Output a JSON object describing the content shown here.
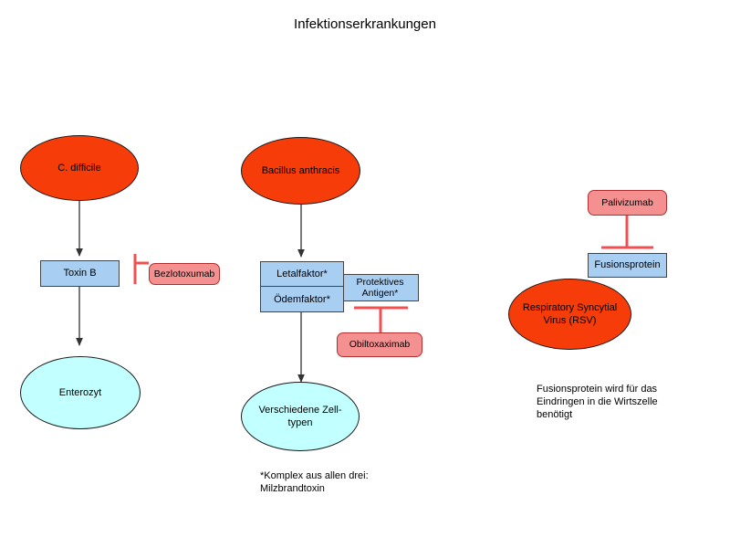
{
  "page": {
    "title": "Infektionserkrankungen",
    "background": "#ffffff"
  },
  "colors": {
    "pathogen_fill": "#F63C08",
    "cell_fill": "#C2FFFF",
    "protein_fill": "#A8CEF2",
    "drug_fill": "#F49090",
    "drug_stroke": "#B03030",
    "arrow_stroke": "#333333",
    "inhibit_stroke": "#F05050"
  },
  "columns": [
    {
      "id": "cdifficile",
      "pathogen": "C. difficile",
      "toxin": "Toxin B",
      "target_cell": "Enterozyt",
      "drug": "Bezlotoxumab"
    },
    {
      "id": "anthracis",
      "pathogen": "Bacillus anthracis",
      "factor_lethal": "Letalfaktor*",
      "factor_edema": "Ödemfaktor*",
      "protective_antigen": "Protektives\nAntigen*",
      "drug": "Obiltoxaximab",
      "target_cell": "Verschiedene Zell-\ntypen",
      "footnote": "*Komplex aus allen drei:\nMilzbrandtoxin"
    },
    {
      "id": "rsv",
      "drug": "Palivizumab",
      "protein": "Fusionsprotein",
      "pathogen": "Respiratory Syncytial\nVirus (RSV)",
      "caption": "Fusionsprotein wird für das\nEindringen in die Wirtszelle\nbenötigt"
    }
  ]
}
